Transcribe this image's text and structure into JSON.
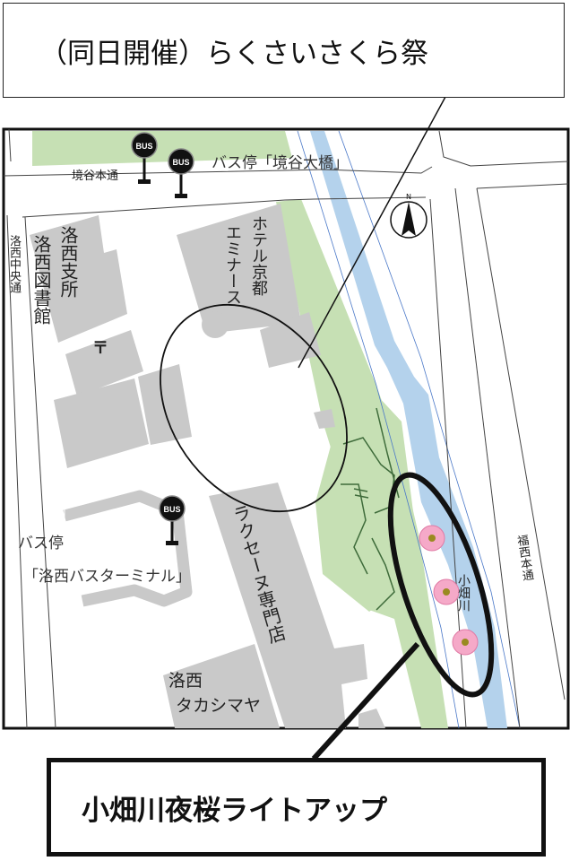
{
  "callout_top": {
    "text": "（同日開催）らくさいさくら祭"
  },
  "callout_bottom": {
    "text": "小畑川夜桜ライトアップ"
  },
  "map": {
    "roads": {
      "sakaidani_hondori": "境谷本通",
      "rakusai_chuo_dori": "洛西中央通",
      "fukusai_hondori": "福西本通"
    },
    "river": "小畑川",
    "bus_stops": {
      "sakaidani_ohashi": "バス停「境谷大橋」",
      "terminal_line1": "バス停",
      "terminal_line2": "「洛西バスターミナル」",
      "sign_text": "BUS"
    },
    "buildings": {
      "branch_office": "洛西支所",
      "library": "洛西図書館",
      "post_office_symbol": "〒",
      "hotel": "ホテル京都",
      "hotel_line2": "エミナース",
      "lacesen": "ラクセーヌ専門店",
      "takashimaya_line1": "洛西",
      "takashimaya_line2": "タカシマヤ"
    },
    "compass_label": "N",
    "colors": {
      "park": "#c6e0b4",
      "river": "#b4d2ec",
      "building": "#c9c9c9",
      "sakura": "#f5a9c8"
    }
  }
}
